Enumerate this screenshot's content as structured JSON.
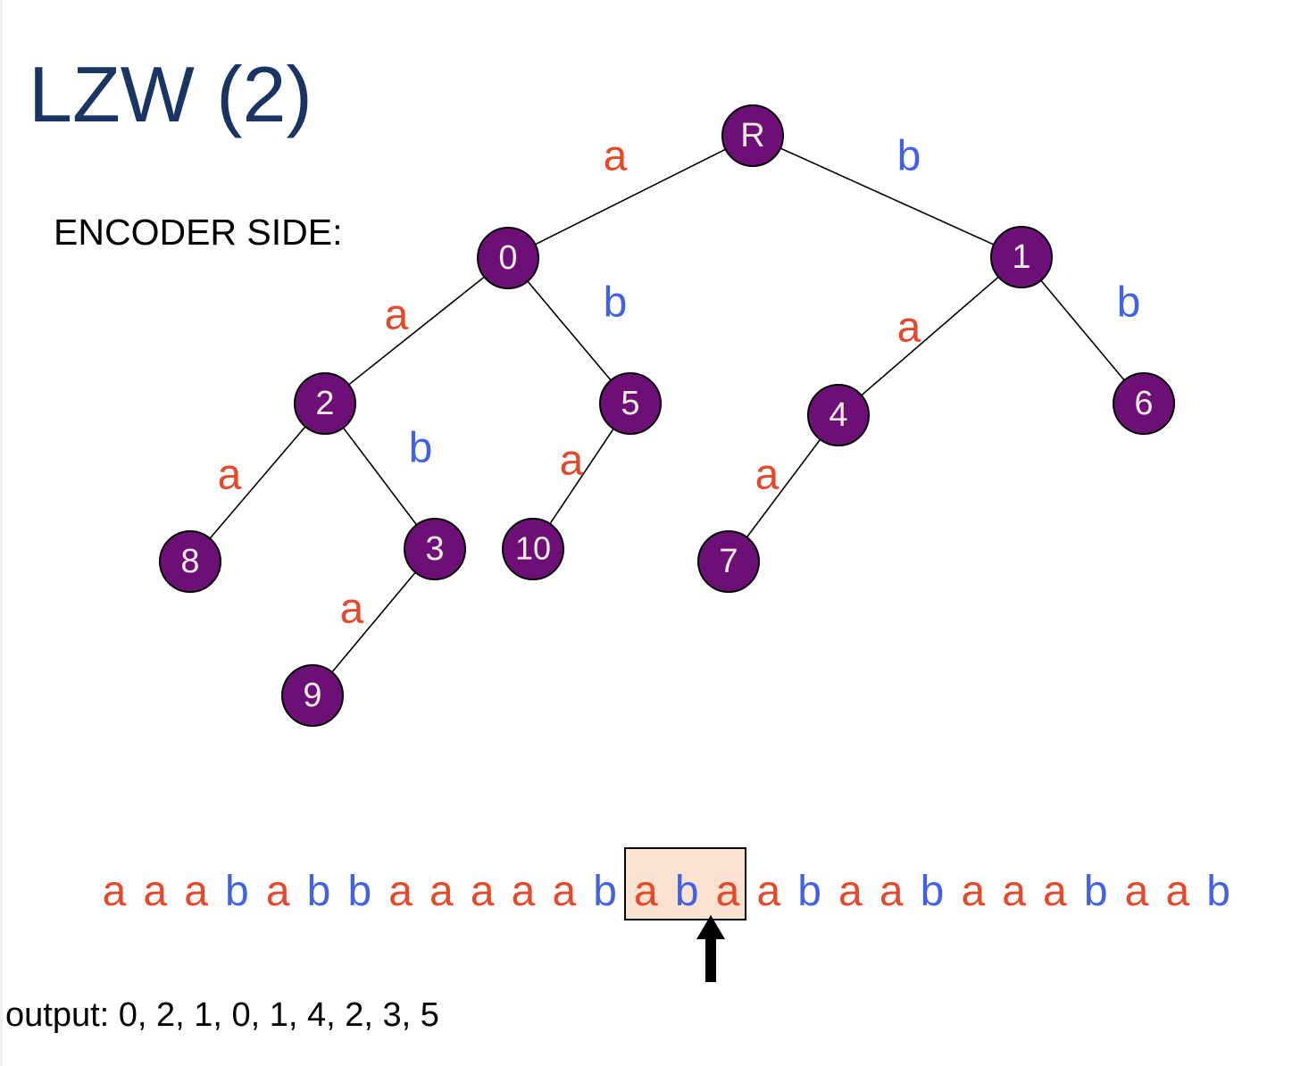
{
  "slide": {
    "title": "LZW (2)",
    "encoder_label": "ENCODER SIDE:",
    "output_text": "output: 0, 2, 1, 0, 1, 4, 2, 3, 5"
  },
  "colors": {
    "title": "#1a3563",
    "node_fill": "#6e0f78",
    "node_text": "#f0ece0",
    "edge_a": "#e5482a",
    "edge_b": "#4161e6",
    "highlight_fill": "#fbe3cf"
  },
  "trie": {
    "nodes": [
      {
        "id": "R",
        "label": "R"
      },
      {
        "id": "n0",
        "label": "0"
      },
      {
        "id": "n1",
        "label": "1"
      },
      {
        "id": "n2",
        "label": "2"
      },
      {
        "id": "n5",
        "label": "5"
      },
      {
        "id": "n4",
        "label": "4"
      },
      {
        "id": "n6",
        "label": "6"
      },
      {
        "id": "n8",
        "label": "8"
      },
      {
        "id": "n3",
        "label": "3"
      },
      {
        "id": "n10",
        "label": "10"
      },
      {
        "id": "n7",
        "label": "7"
      },
      {
        "id": "n9",
        "label": "9"
      }
    ],
    "edges": [
      {
        "from": "R",
        "to": "n0",
        "symbol": "a"
      },
      {
        "from": "R",
        "to": "n1",
        "symbol": "b"
      },
      {
        "from": "n0",
        "to": "n2",
        "symbol": "a"
      },
      {
        "from": "n0",
        "to": "n5",
        "symbol": "b"
      },
      {
        "from": "n1",
        "to": "n4",
        "symbol": "a"
      },
      {
        "from": "n1",
        "to": "n6",
        "symbol": "b"
      },
      {
        "from": "n2",
        "to": "n8",
        "symbol": "a"
      },
      {
        "from": "n2",
        "to": "n3",
        "symbol": "b"
      },
      {
        "from": "n5",
        "to": "n10",
        "symbol": "a"
      },
      {
        "from": "n4",
        "to": "n7",
        "symbol": "a"
      },
      {
        "from": "n3",
        "to": "n9",
        "symbol": "a"
      }
    ]
  },
  "input_stream": {
    "symbols": [
      "a",
      "a",
      "a",
      "b",
      "a",
      "b",
      "b",
      "a",
      "a",
      "a",
      "a",
      "a",
      "b",
      "a",
      "b",
      "a",
      "a",
      "b",
      "a",
      "a",
      "b",
      "a",
      "a",
      "a",
      "b",
      "a",
      "a",
      "b"
    ],
    "highlight_start": 13,
    "highlight_length": 3,
    "pointer_at": 15
  }
}
